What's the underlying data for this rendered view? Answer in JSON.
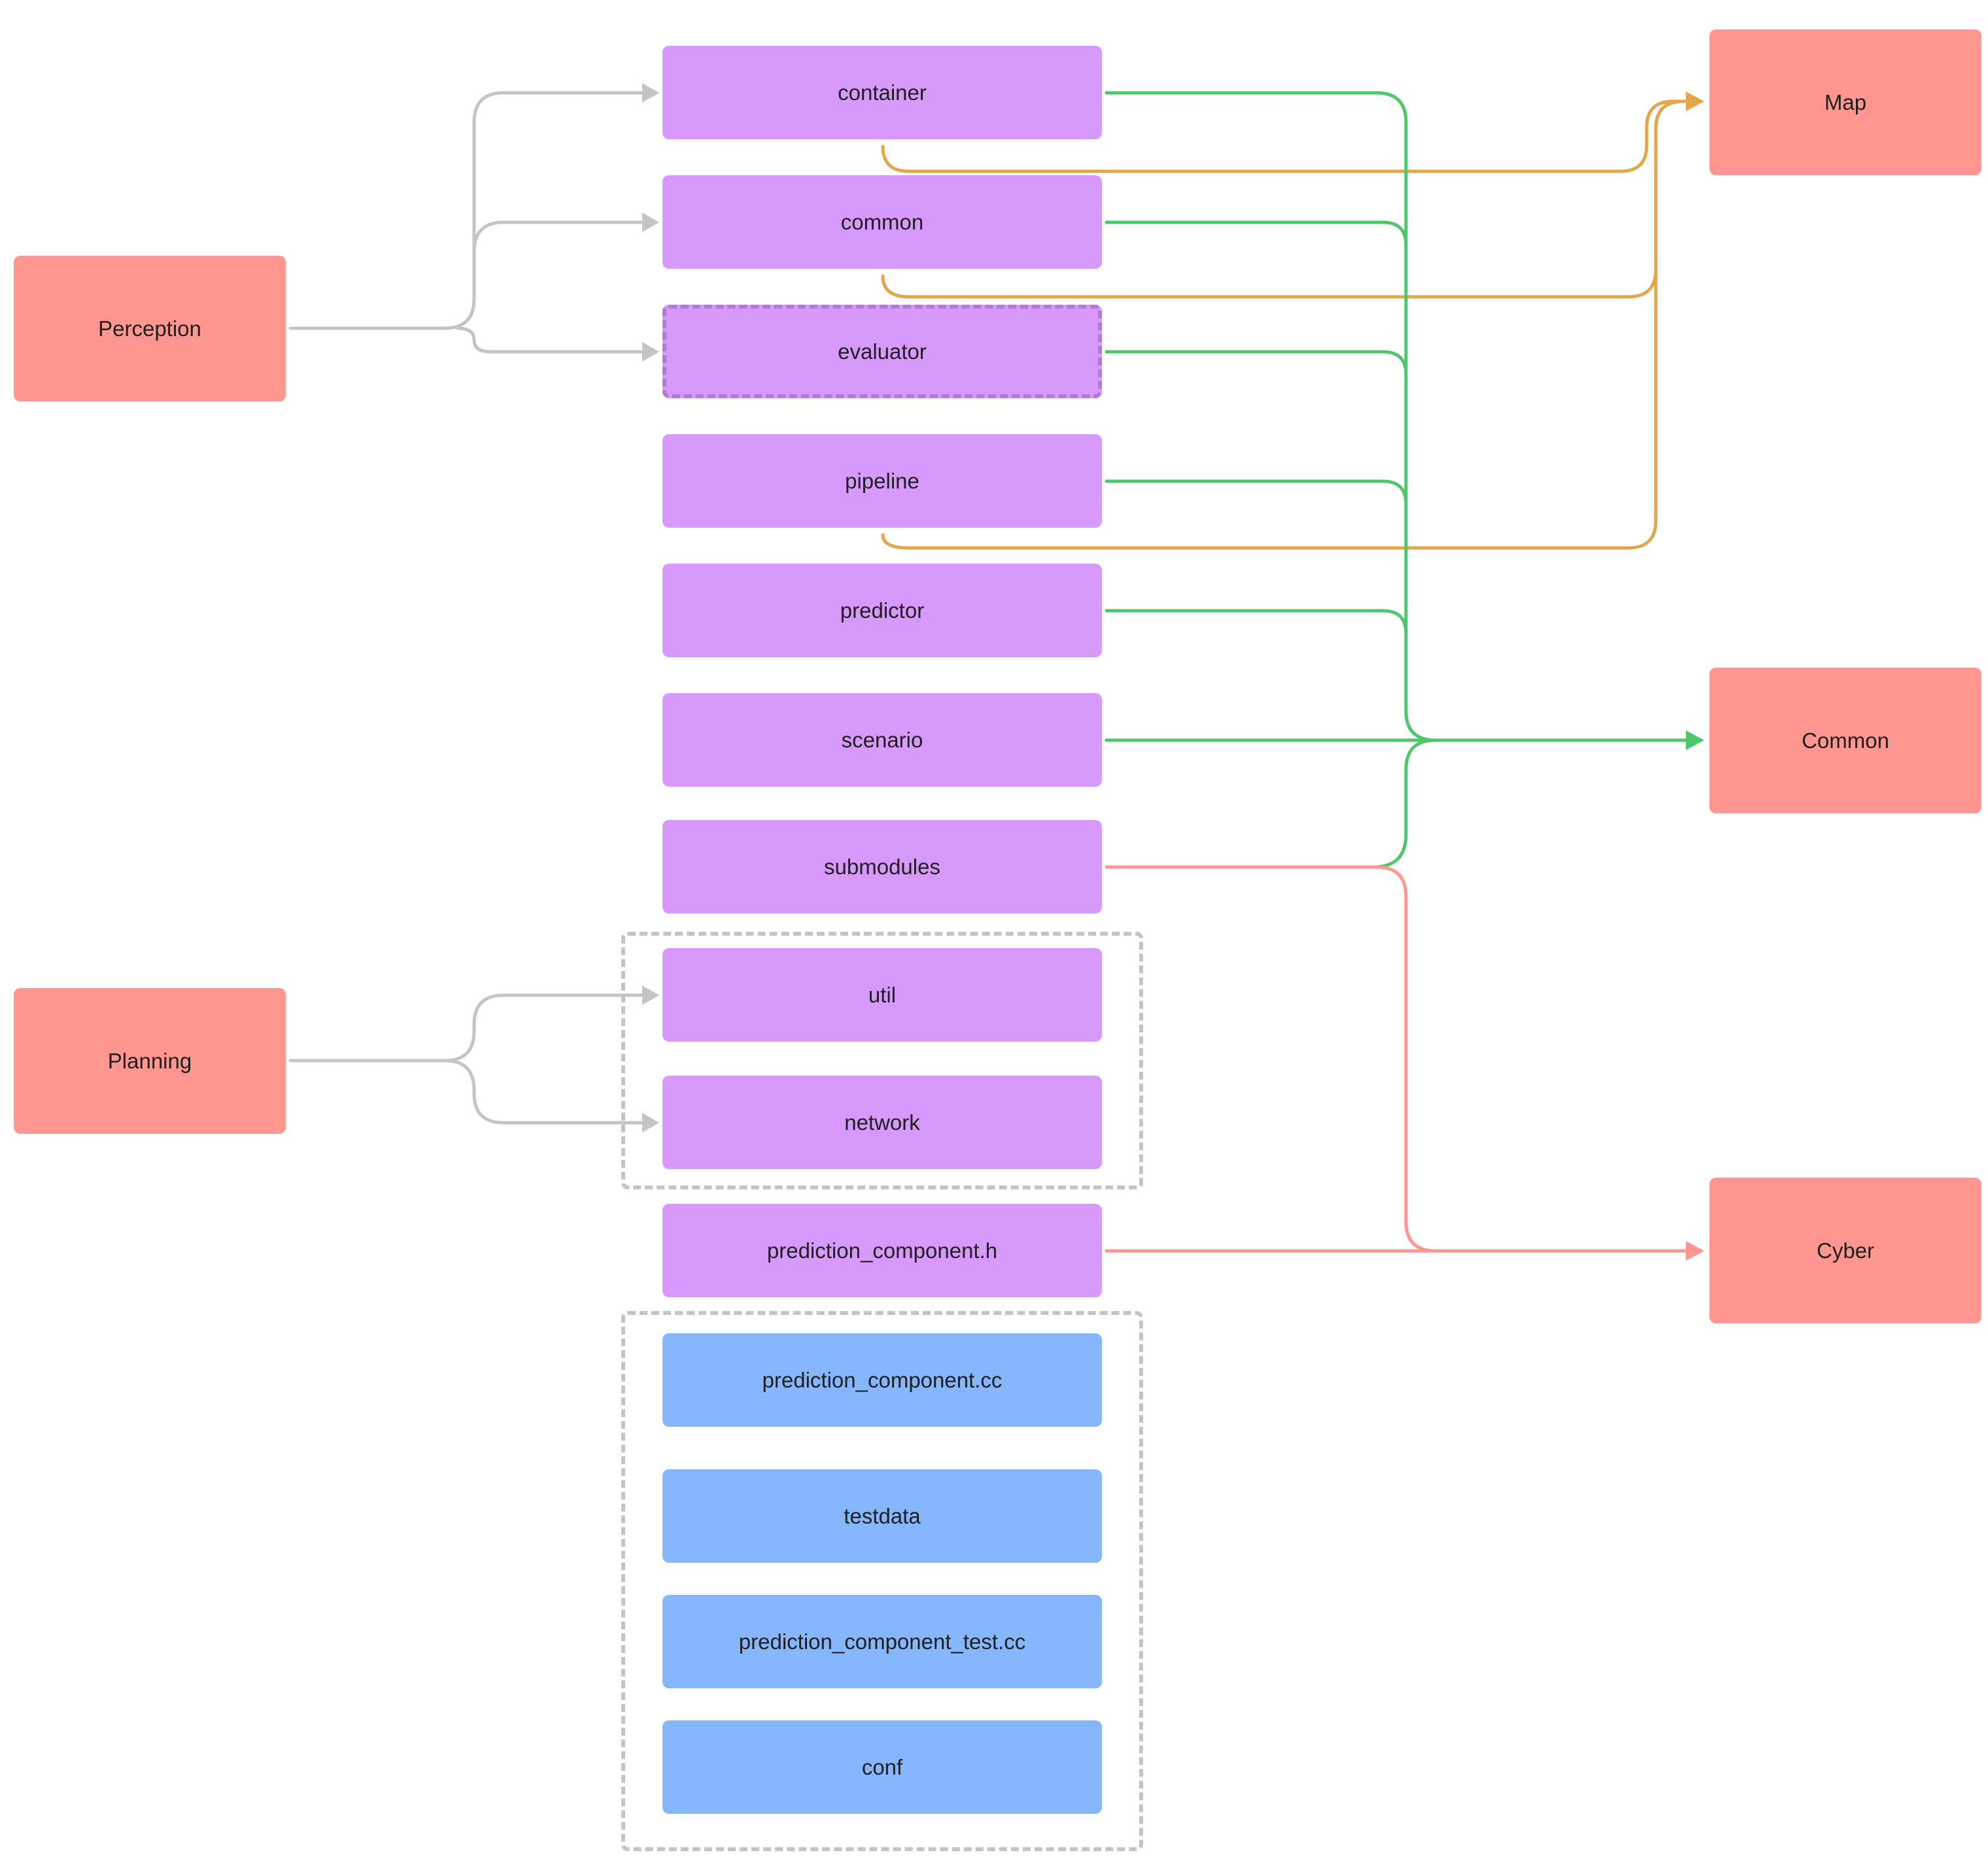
{
  "external": {
    "perception": "Perception",
    "planning": "Planning",
    "map": "Map",
    "common": "Common",
    "cyber": "Cyber"
  },
  "modules": {
    "container": "container",
    "common": "common",
    "evaluator": "evaluator",
    "pipeline": "pipeline",
    "predictor": "predictor",
    "scenario": "scenario",
    "submodules": "submodules",
    "util": "util",
    "network": "network",
    "prediction_component_h": "prediction_component.h"
  },
  "files": {
    "prediction_component_cc": "prediction_component.cc",
    "testdata": "testdata",
    "prediction_component_test_cc": "prediction_component_test.cc",
    "conf": "conf"
  },
  "colors": {
    "external_box": "#ff968f",
    "module_box": "#d899fd",
    "file_box": "#86b6fd",
    "edge_input": "#c4c4c4",
    "edge_map": "#e3a64a",
    "edge_common": "#4ec66a",
    "edge_cyber": "#ff968f",
    "group_border": "#c4c4c4"
  }
}
